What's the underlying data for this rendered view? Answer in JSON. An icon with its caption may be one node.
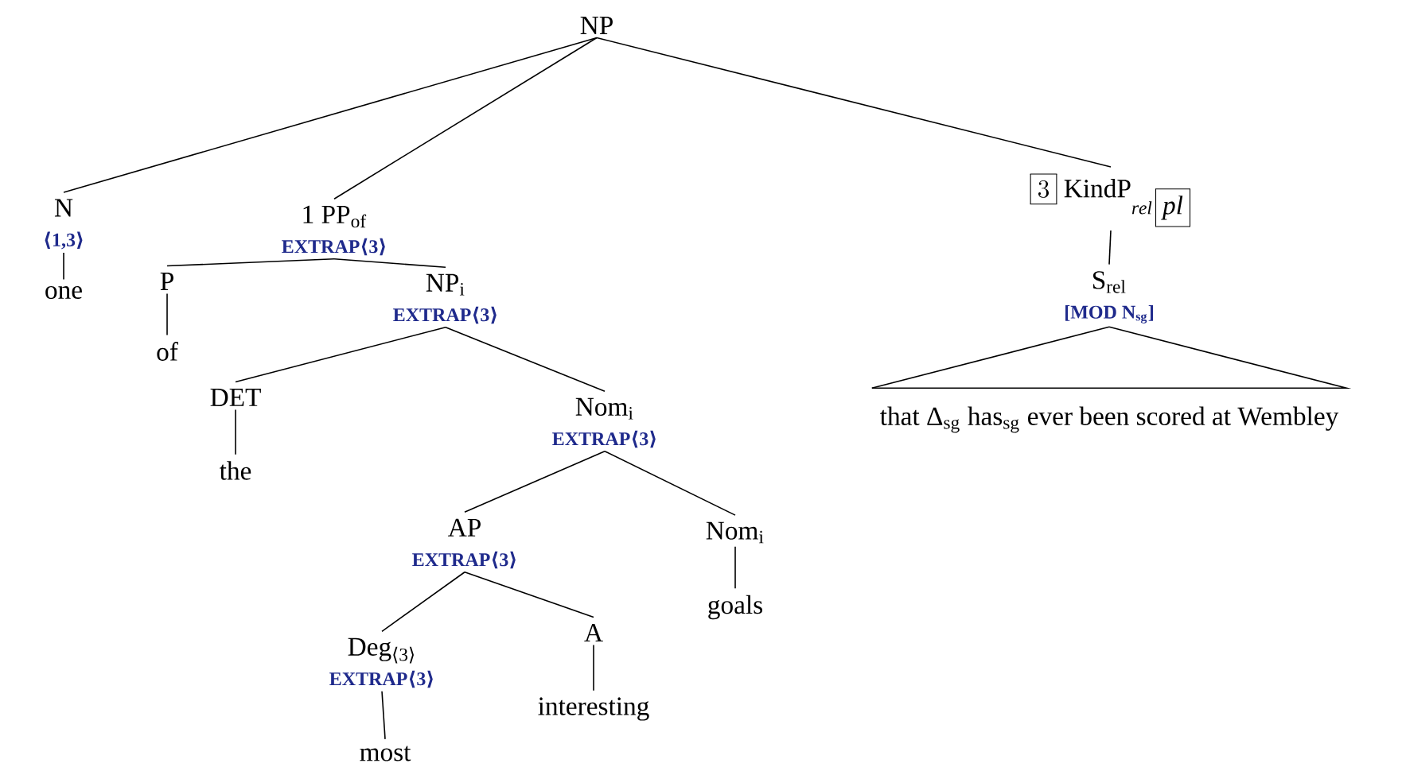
{
  "diagram": {
    "nodes": [
      {
        "text": [
          "NP"
        ]
      },
      {
        "text": [
          "N",
          "⟨1,3⟩"
        ]
      },
      {
        "text": [
          "1 PP$_{of}$",
          "EXTRAP⟨3⟩"
        ]
      },
      {
        "text": [
          "\\boxed{3}\\ \\mathrm{KindP}_{\\mathit{rel}\\,\\boxed{\\mathit{pl}}}"
        ]
      },
      {
        "text": [
          "one"
        ]
      },
      {
        "text": [
          "P"
        ]
      },
      {
        "text": [
          "NP$_{i}$",
          "EXTRAP⟨3⟩"
        ]
      },
      {
        "text": [
          "S$_{rel}$",
          "[MOD N$_{sg}$]"
        ]
      },
      {
        "text": [
          "of"
        ]
      },
      {
        "text": [
          "DET"
        ]
      },
      {
        "text": [
          "Nom$_{i}$",
          "EXTRAP⟨3⟩"
        ]
      },
      {
        "text": [
          "that Δ$_{sg}$ has$_{sg}$ ever been scored at Wembley"
        ]
      },
      {
        "text": [
          "the"
        ]
      },
      {
        "text": [
          "AP",
          "EXTRAP⟨3⟩"
        ]
      },
      {
        "text": [
          "Nom$_{i}$"
        ]
      },
      {
        "text": [
          "Deg$_{⟨3⟩}$",
          "EXTRAP⟨3⟩"
        ]
      },
      {
        "text": [
          "A"
        ]
      },
      {
        "text": [
          "goals"
        ]
      },
      {
        "text": [
          "most"
        ]
      },
      {
        "text": [
          "interesting"
        ]
      }
    ],
    "edges": [
      {
        "from": 0,
        "to": 1,
        "arrow": "none"
      },
      {
        "from": 0,
        "to": 2,
        "arrow": "none"
      },
      {
        "from": 0,
        "to": 3,
        "arrow": "none"
      },
      {
        "from": 1,
        "to": 4,
        "arrow": "none"
      },
      {
        "from": 2,
        "to": 5,
        "arrow": "none"
      },
      {
        "from": 2,
        "to": 6,
        "arrow": "none"
      },
      {
        "from": 3,
        "to": 7,
        "arrow": "none"
      },
      {
        "from": 5,
        "to": 8,
        "arrow": "none"
      },
      {
        "from": 6,
        "to": 9,
        "arrow": "none"
      },
      {
        "from": 6,
        "to": 10,
        "arrow": "none"
      },
      {
        "from": 7,
        "to": 11,
        "arrow": "none"
      },
      {
        "from": 9,
        "to": 12,
        "arrow": "none"
      },
      {
        "from": 10,
        "to": 13,
        "arrow": "none"
      },
      {
        "from": 10,
        "to": 14,
        "arrow": "none"
      },
      {
        "from": 13,
        "to": 15,
        "arrow": "none"
      },
      {
        "from": 13,
        "to": 16,
        "arrow": "none"
      },
      {
        "from": 14,
        "to": 17,
        "arrow": "none"
      },
      {
        "from": 15,
        "to": 18,
        "arrow": "none"
      },
      {
        "from": 16,
        "to": 19,
        "arrow": "none"
      }
    ]
  }
}
